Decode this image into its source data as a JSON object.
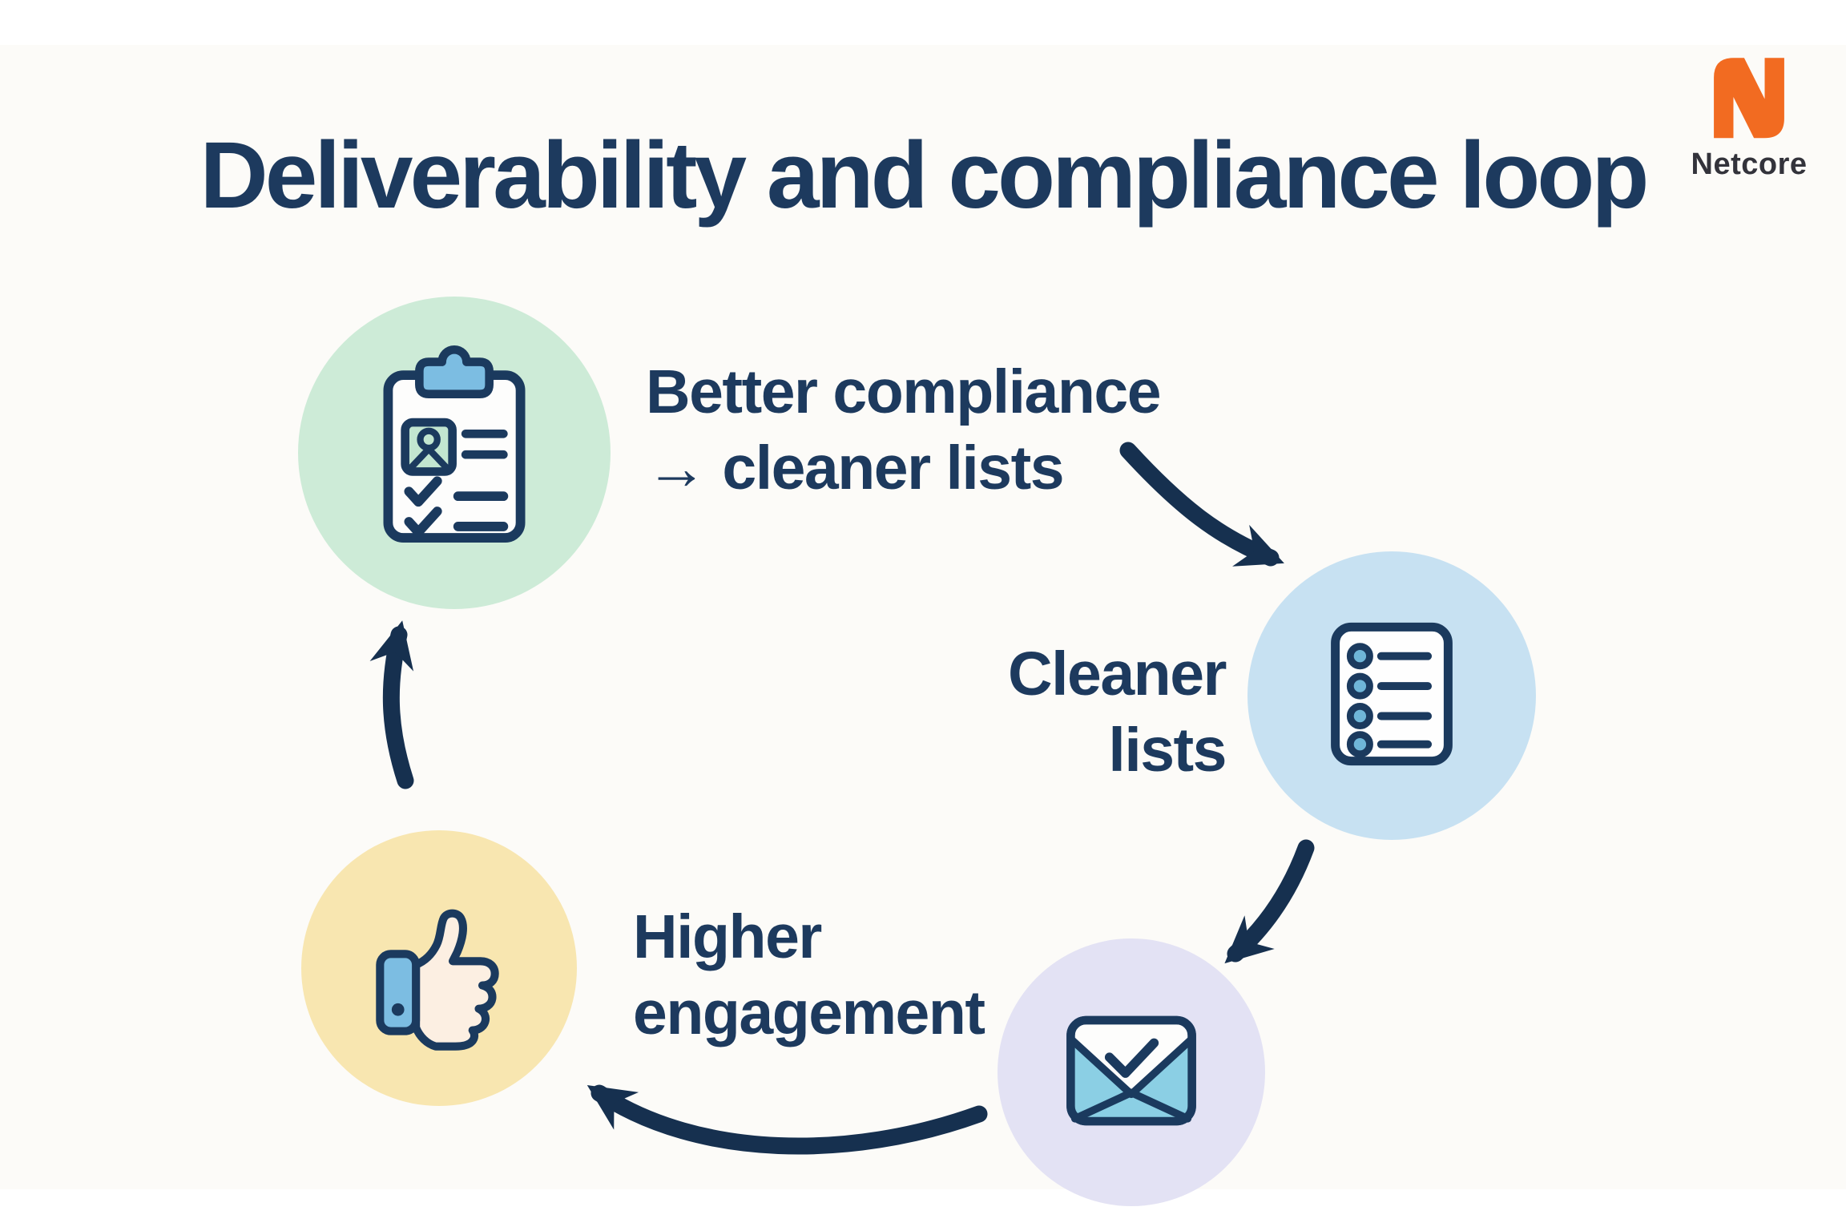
{
  "page": {
    "background": "#fcfbf8"
  },
  "colors": {
    "navy_text": "#1d3a5e",
    "arrow_navy": "#16304f",
    "icon_outline": "#1b3a5e",
    "clip_blue": "#7cbde2",
    "bullet_blue": "#6fb6d8",
    "envelope_blue": "#8bcfe4",
    "photo_green": "#c2e6d0",
    "hand_cream": "#fcefe2",
    "bubble_green": "#cdebd7",
    "bubble_blue": "#c7e1f2",
    "bubble_purple": "#e3e2f4",
    "bubble_yellow": "#f8e6b0",
    "brand_orange": "#f26b21",
    "brand_text": "#33333b"
  },
  "header": {
    "title": "Deliverability and compliance loop",
    "brand": "Netcore"
  },
  "labels": {
    "compliance": {
      "line1": "Better compliance",
      "line2": "→ cleaner lists"
    },
    "cleaner": {
      "line1": "Cleaner",
      "line2": "lists"
    },
    "engagement": {
      "line1": "Higher",
      "line2": "engagement"
    }
  },
  "icons": {
    "clipboard": "clipboard-checklist-icon",
    "list": "bullet-list-icon",
    "email": "email-check-icon",
    "thumbs_up": "thumbs-up-icon",
    "logo": "netcore-logo-icon"
  }
}
